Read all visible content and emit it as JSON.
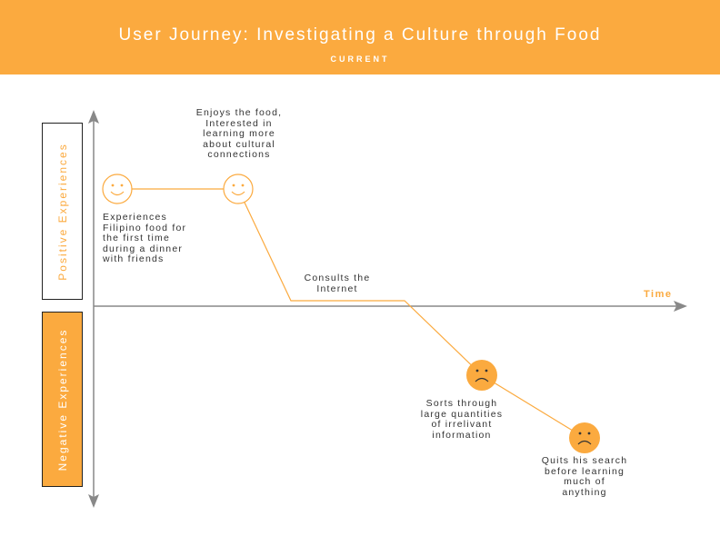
{
  "header": {
    "title": "User Journey: Investigating a Culture through Food",
    "subtitle": "CURRENT",
    "background_color": "#fbaa3f"
  },
  "axes": {
    "positive_label": "Positive Experiences",
    "negative_label": "Negative Experiences",
    "time_label": "Time"
  },
  "journey": [
    {
      "sentiment": "positive",
      "icon": "smiley-face-icon",
      "text": [
        "Experiences",
        "Filipino food for",
        "the first time",
        "during a dinner",
        "with friends"
      ]
    },
    {
      "sentiment": "positive",
      "icon": "smiley-face-icon",
      "text": [
        "Enjoys the food,",
        "Interested in",
        "learning more",
        "about cultural",
        "connections"
      ]
    },
    {
      "sentiment": "neutral",
      "icon": "",
      "text": [
        "Consults the",
        "Internet"
      ]
    },
    {
      "sentiment": "negative",
      "icon": "frowning-face-icon",
      "text": [
        "Sorts through",
        "large quantities",
        "of irrelivant",
        "information"
      ]
    },
    {
      "sentiment": "negative",
      "icon": "frowning-face-icon",
      "text": [
        "Quits his search",
        "before learning",
        "much of",
        "anything"
      ]
    }
  ],
  "colors": {
    "accent": "#fbaa3f",
    "axis": "#888888",
    "text": "#333333"
  }
}
